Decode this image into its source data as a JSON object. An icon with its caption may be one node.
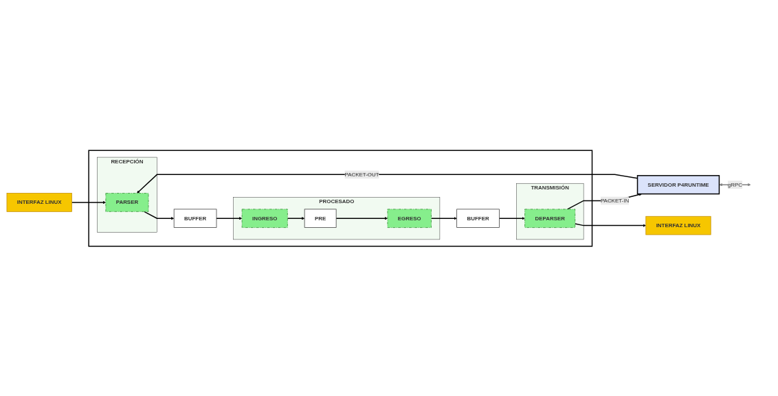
{
  "diagram": {
    "nodes": [
      {
        "text": [],
        "shape": "box"
      },
      {
        "text": [
          "SERVIDOR P4RUNTIME"
        ]
      },
      {
        "text": [
          "RECEPCIÓN"
        ],
        "in": 0
      },
      {
        "text": [
          "PARSER"
        ],
        "in": 2
      },
      {
        "text": [
          "BUFFER"
        ],
        "in": 0
      },
      {
        "text": [
          "PROCESADO"
        ],
        "in": 0
      },
      {
        "text": [
          "INGRESO"
        ],
        "in": 5
      },
      {
        "text": [
          "PRE"
        ],
        "in": 5
      },
      {
        "text": [
          "EGRESO"
        ],
        "in": 5
      },
      {
        "text": [
          "BUFFER"
        ],
        "in": 0
      },
      {
        "text": [
          "TRANSMISIÓN"
        ],
        "in": 0
      },
      {
        "text": [
          "DEPARSER"
        ],
        "in": 10
      },
      {
        "text": [
          "INTERFAZ LINUX"
        ]
      },
      {
        "text": [
          "INTERFAZ LINUX"
        ]
      }
    ],
    "edges": [
      {
        "from": null,
        "to": 1,
        "arrow": "both",
        "label": "gRPC",
        "color": "#808080"
      },
      {
        "from": 1,
        "to": 3,
        "arrow": "to",
        "label": "PACKET-OUT"
      },
      {
        "from": 11,
        "to": 1,
        "arrow": "to",
        "label": "PACKET-IN"
      },
      {
        "from": 3,
        "to": 4,
        "arrow": "to"
      },
      {
        "from": 4,
        "to": 6,
        "arrow": "to"
      },
      {
        "from": 6,
        "to": 7,
        "arrow": "to"
      },
      {
        "from": 7,
        "to": 8,
        "arrow": "to"
      },
      {
        "from": 8,
        "to": 9,
        "arrow": "to"
      },
      {
        "from": 9,
        "to": 11,
        "arrow": "to"
      },
      {
        "from": 12,
        "to": 3,
        "arrow": "to"
      },
      {
        "from": 11,
        "to": 13,
        "arrow": "to"
      }
    ]
  }
}
